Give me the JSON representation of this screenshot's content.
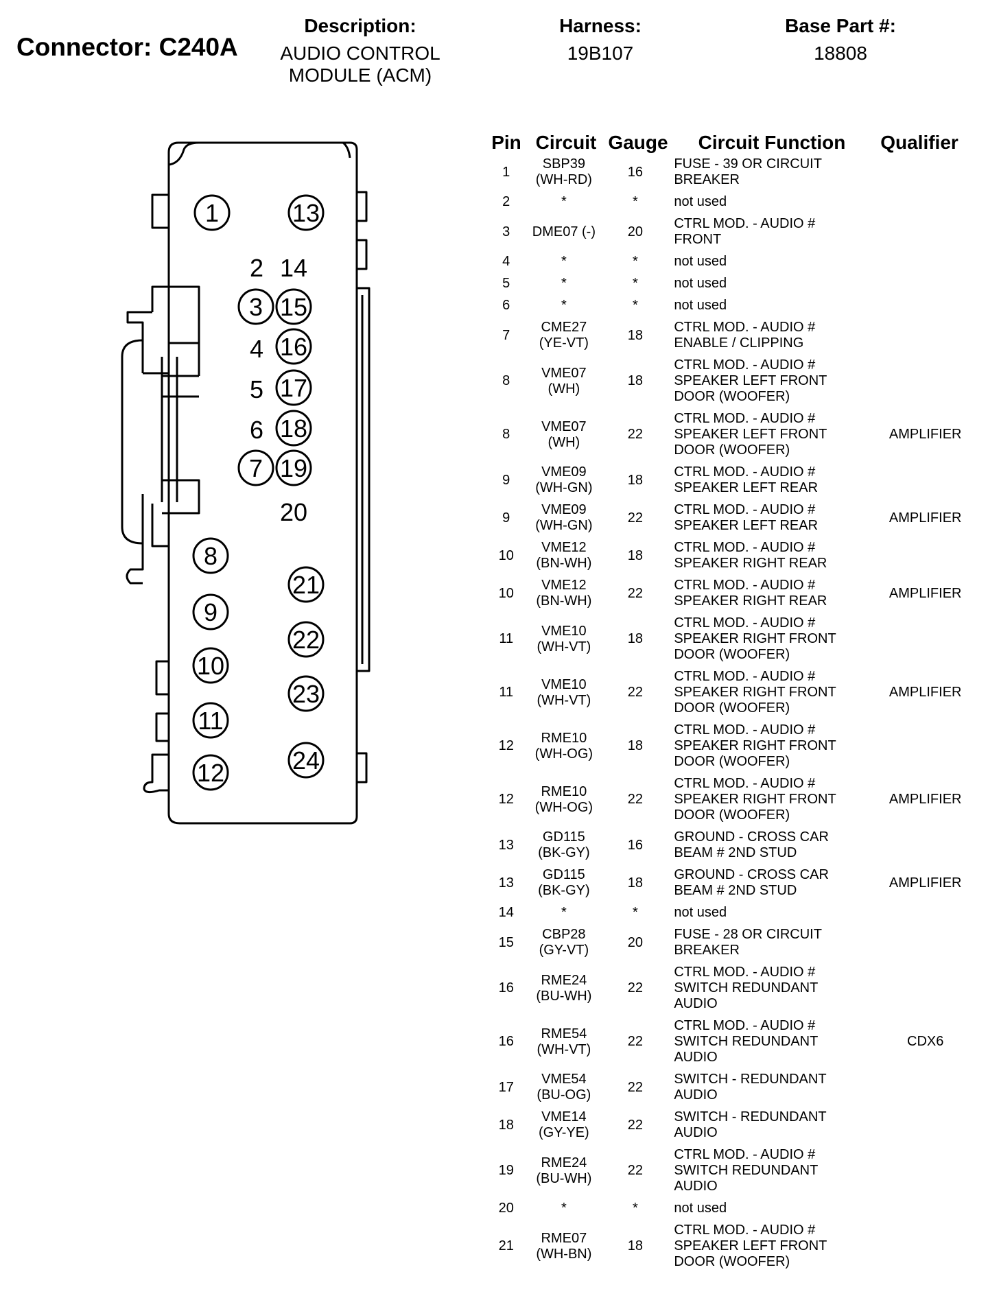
{
  "header": {
    "connector_title": "Connector: C240A",
    "description_label": "Description:",
    "description_value": "AUDIO CONTROL MODULE (ACM)",
    "harness_label": "Harness:",
    "harness_value": "19B107",
    "base_part_label": "Base Part #:",
    "base_part_value": "18808"
  },
  "diagram": {
    "circled_pins": [
      "1",
      "13",
      "3",
      "15",
      "16",
      "17",
      "18",
      "7",
      "19",
      "8",
      "21",
      "9",
      "22",
      "10",
      "23",
      "11",
      "24",
      "12"
    ],
    "plain_pins": [
      "2",
      "14",
      "4",
      "5",
      "6",
      "20"
    ]
  },
  "table": {
    "headers": [
      "Pin",
      "Circuit",
      "Gauge",
      "Circuit Function",
      "Qualifier"
    ],
    "rows": [
      {
        "pin": "1",
        "circuit": [
          "SBP39",
          "(WH-RD)"
        ],
        "gauge": "16",
        "function": [
          "FUSE - 39 OR CIRCUIT",
          "BREAKER"
        ],
        "qualifier": ""
      },
      {
        "pin": "2",
        "circuit": [
          "*"
        ],
        "gauge": "*",
        "function": [
          "not used"
        ],
        "qualifier": ""
      },
      {
        "pin": "3",
        "circuit": [
          "DME07 (-)"
        ],
        "gauge": "20",
        "function": [
          "CTRL MOD. - AUDIO #",
          "FRONT"
        ],
        "qualifier": ""
      },
      {
        "pin": "4",
        "circuit": [
          "*"
        ],
        "gauge": "*",
        "function": [
          "not used"
        ],
        "qualifier": ""
      },
      {
        "pin": "5",
        "circuit": [
          "*"
        ],
        "gauge": "*",
        "function": [
          "not used"
        ],
        "qualifier": ""
      },
      {
        "pin": "6",
        "circuit": [
          "*"
        ],
        "gauge": "*",
        "function": [
          "not used"
        ],
        "qualifier": ""
      },
      {
        "pin": "7",
        "circuit": [
          "CME27",
          "(YE-VT)"
        ],
        "gauge": "18",
        "function": [
          "CTRL MOD. - AUDIO #",
          "ENABLE / CLIPPING"
        ],
        "qualifier": ""
      },
      {
        "pin": "8",
        "circuit": [
          "VME07",
          "(WH)"
        ],
        "gauge": "18",
        "function": [
          "CTRL MOD. - AUDIO #",
          "SPEAKER LEFT FRONT",
          "DOOR (WOOFER)"
        ],
        "qualifier": ""
      },
      {
        "pin": "8",
        "circuit": [
          "VME07",
          "(WH)"
        ],
        "gauge": "22",
        "function": [
          "CTRL MOD. - AUDIO #",
          "SPEAKER LEFT FRONT",
          "DOOR (WOOFER)"
        ],
        "qualifier": "AMPLIFIER"
      },
      {
        "pin": "9",
        "circuit": [
          "VME09",
          "(WH-GN)"
        ],
        "gauge": "18",
        "function": [
          "CTRL MOD. - AUDIO #",
          "SPEAKER LEFT REAR"
        ],
        "qualifier": ""
      },
      {
        "pin": "9",
        "circuit": [
          "VME09",
          "(WH-GN)"
        ],
        "gauge": "22",
        "function": [
          "CTRL MOD. - AUDIO #",
          "SPEAKER LEFT REAR"
        ],
        "qualifier": "AMPLIFIER"
      },
      {
        "pin": "10",
        "circuit": [
          "VME12",
          "(BN-WH)"
        ],
        "gauge": "18",
        "function": [
          "CTRL MOD. - AUDIO #",
          "SPEAKER RIGHT REAR"
        ],
        "qualifier": ""
      },
      {
        "pin": "10",
        "circuit": [
          "VME12",
          "(BN-WH)"
        ],
        "gauge": "22",
        "function": [
          "CTRL MOD. - AUDIO #",
          "SPEAKER RIGHT REAR"
        ],
        "qualifier": "AMPLIFIER"
      },
      {
        "pin": "11",
        "circuit": [
          "VME10",
          "(WH-VT)"
        ],
        "gauge": "18",
        "function": [
          "CTRL MOD. - AUDIO #",
          "SPEAKER RIGHT FRONT",
          "DOOR (WOOFER)"
        ],
        "qualifier": ""
      },
      {
        "pin": "11",
        "circuit": [
          "VME10",
          "(WH-VT)"
        ],
        "gauge": "22",
        "function": [
          "CTRL MOD. - AUDIO #",
          "SPEAKER RIGHT FRONT",
          "DOOR (WOOFER)"
        ],
        "qualifier": "AMPLIFIER"
      },
      {
        "pin": "12",
        "circuit": [
          "RME10",
          "(WH-OG)"
        ],
        "gauge": "18",
        "function": [
          "CTRL MOD. - AUDIO #",
          "SPEAKER RIGHT FRONT",
          "DOOR (WOOFER)"
        ],
        "qualifier": ""
      },
      {
        "pin": "12",
        "circuit": [
          "RME10",
          "(WH-OG)"
        ],
        "gauge": "22",
        "function": [
          "CTRL MOD. - AUDIO #",
          "SPEAKER RIGHT FRONT",
          "DOOR (WOOFER)"
        ],
        "qualifier": "AMPLIFIER"
      },
      {
        "pin": "13",
        "circuit": [
          "GD115",
          "(BK-GY)"
        ],
        "gauge": "16",
        "function": [
          "GROUND - CROSS CAR",
          "BEAM # 2ND STUD"
        ],
        "qualifier": ""
      },
      {
        "pin": "13",
        "circuit": [
          "GD115",
          "(BK-GY)"
        ],
        "gauge": "18",
        "function": [
          "GROUND - CROSS CAR",
          "BEAM # 2ND STUD"
        ],
        "qualifier": "AMPLIFIER"
      },
      {
        "pin": "14",
        "circuit": [
          "*"
        ],
        "gauge": "*",
        "function": [
          "not used"
        ],
        "qualifier": ""
      },
      {
        "pin": "15",
        "circuit": [
          "CBP28",
          "(GY-VT)"
        ],
        "gauge": "20",
        "function": [
          "FUSE - 28 OR CIRCUIT",
          "BREAKER"
        ],
        "qualifier": ""
      },
      {
        "pin": "16",
        "circuit": [
          "RME24",
          "(BU-WH)"
        ],
        "gauge": "22",
        "function": [
          "CTRL MOD. - AUDIO #",
          "SWITCH REDUNDANT",
          "AUDIO"
        ],
        "qualifier": ""
      },
      {
        "pin": "16",
        "circuit": [
          "RME54",
          "(WH-VT)"
        ],
        "gauge": "22",
        "function": [
          "CTRL MOD. - AUDIO #",
          "SWITCH REDUNDANT",
          "AUDIO"
        ],
        "qualifier": "CDX6"
      },
      {
        "pin": "17",
        "circuit": [
          "VME54",
          "(BU-OG)"
        ],
        "gauge": "22",
        "function": [
          "SWITCH - REDUNDANT",
          "AUDIO"
        ],
        "qualifier": ""
      },
      {
        "pin": "18",
        "circuit": [
          "VME14",
          "(GY-YE)"
        ],
        "gauge": "22",
        "function": [
          "SWITCH - REDUNDANT",
          "AUDIO"
        ],
        "qualifier": ""
      },
      {
        "pin": "19",
        "circuit": [
          "RME24",
          "(BU-WH)"
        ],
        "gauge": "22",
        "function": [
          "CTRL MOD. - AUDIO #",
          "SWITCH REDUNDANT",
          "AUDIO"
        ],
        "qualifier": ""
      },
      {
        "pin": "20",
        "circuit": [
          "*"
        ],
        "gauge": "*",
        "function": [
          "not used"
        ],
        "qualifier": ""
      },
      {
        "pin": "21",
        "circuit": [
          "RME07",
          "(WH-BN)"
        ],
        "gauge": "18",
        "function": [
          "CTRL MOD. - AUDIO #",
          "SPEAKER LEFT FRONT",
          "DOOR (WOOFER)"
        ],
        "qualifier": ""
      }
    ]
  }
}
